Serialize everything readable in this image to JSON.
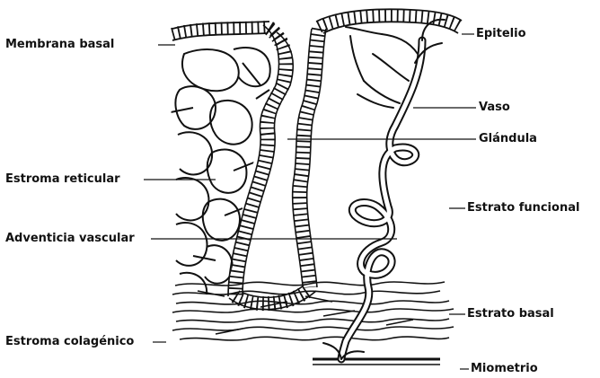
{
  "diagram": {
    "labels": {
      "membrana_basal": "Membrana basal",
      "epitelio": "Epitelio",
      "vaso": "Vaso",
      "glandula": "Glándula",
      "estroma_reticular": "Estroma reticular",
      "estrato_funcional": "Estrato funcional",
      "adventicia_vascular": "Adventicia vascular",
      "estrato_basal": "Estrato basal",
      "estroma_colagenico": "Estroma colagénico",
      "miometrio": "Miometrio"
    }
  }
}
